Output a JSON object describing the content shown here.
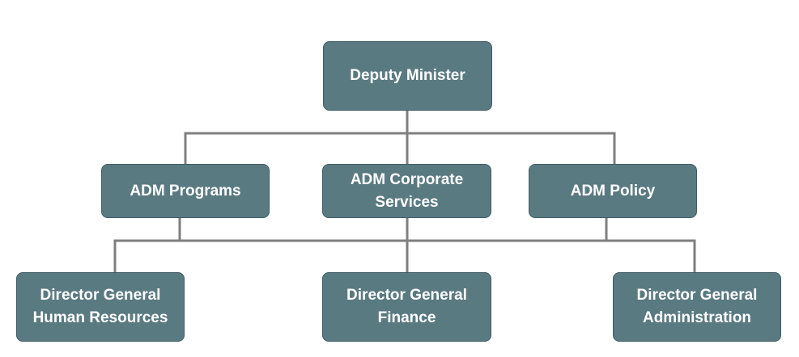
{
  "colors": {
    "node_fill": "#5a7a82",
    "node_border": "#3f5d66",
    "node_text": "#ffffff",
    "connector": "#7f7f7f"
  },
  "nodes": {
    "deputy_minister": "Deputy Minister",
    "adm_programs": "ADM Programs",
    "adm_corporate_services": "ADM Corporate\nServices",
    "adm_policy": "ADM Policy",
    "dg_human_resources": "Director General\nHuman Resources",
    "dg_finance": "Director General\nFinance",
    "dg_administration": "Director General\nAdministration"
  }
}
